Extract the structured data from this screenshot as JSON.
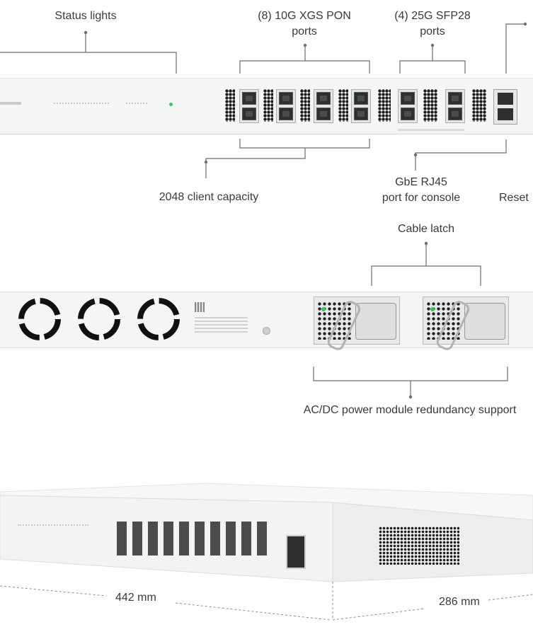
{
  "labels": {
    "status_lights": "Status lights",
    "pon_ports_line1": "(8) 10G XGS PON",
    "pon_ports_line2": "ports",
    "sfp_ports_line1": "(4) 25G SFP28",
    "sfp_ports_line2": "ports",
    "client_capacity": "2048 client capacity",
    "console_line1": "GbE RJ45",
    "console_line2": "port for console",
    "reset": "Reset",
    "cable_latch": "Cable latch",
    "power_redundancy": "AC/DC power module redundancy support",
    "width_dim": "442 mm",
    "depth_dim": "286 mm"
  },
  "colors": {
    "chassis": "#f4f5f6",
    "port_dark": "#2d2f31",
    "status_led": "#3cc35a",
    "line": "#6b6e72"
  }
}
